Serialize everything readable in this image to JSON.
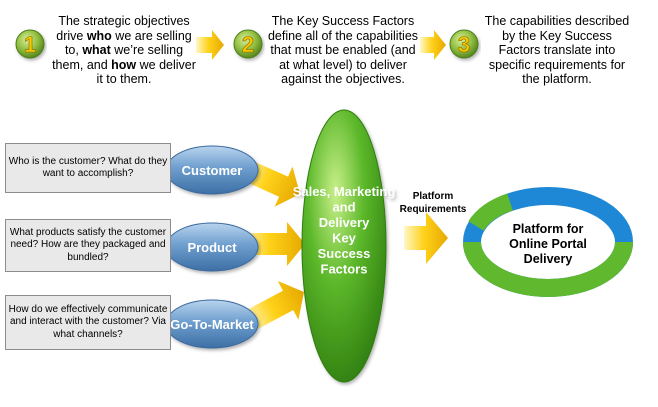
{
  "steps": [
    {
      "number": "1",
      "parts": [
        {
          "text": "The strategic objectives drive ",
          "bold": false
        },
        {
          "text": "who",
          "bold": true
        },
        {
          "text": " we are selling to, ",
          "bold": false
        },
        {
          "text": "what",
          "bold": true
        },
        {
          "text": " we’re selling them, and ",
          "bold": false
        },
        {
          "text": "how",
          "bold": true
        },
        {
          "text": " we deliver it to them.",
          "bold": false
        }
      ]
    },
    {
      "number": "2",
      "parts": [
        {
          "text": "The Key Success Factors define all of the capabilities that must be enabled (and at what level) to deliver against the objectives.",
          "bold": false
        }
      ]
    },
    {
      "number": "3",
      "parts": [
        {
          "text": "The capabilities described by the Key Success Factors translate into specific requirements for the platform.",
          "bold": false
        }
      ]
    }
  ],
  "questions": [
    "Who is the customer?  What do they want to accomplish?",
    "What products satisfy the customer need?  How are they packaged and bundled?",
    "How do we effectively communicate and interact with the customer?  Via what channels?"
  ],
  "dimensions": [
    "Customer",
    "Product",
    "Go-To-Market"
  ],
  "ksf_label": "Sales, Marketing and Delivery Key Success Factors",
  "requirements_label": "Platform Requirements",
  "platform_label": "Platform for Online Portal Delivery",
  "colors": {
    "badge": "#8fbd3e",
    "arrow": "#f5c400",
    "blue_oval": "#6f9fcf",
    "green_oval": "#5cb82a",
    "ring_green": "#5fb82e",
    "ring_blue": "#1e88d6"
  }
}
